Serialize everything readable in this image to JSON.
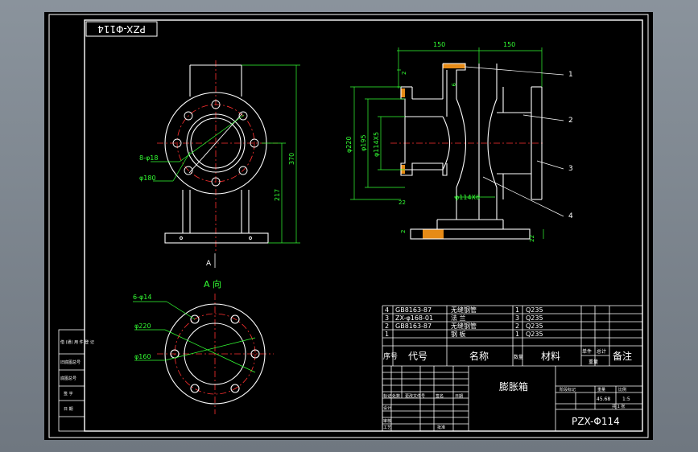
{
  "drawing": {
    "title_tag": "PZX-Φ114",
    "drawing_no": "PZX-Φ114",
    "name": "膨胀箱",
    "view_label": "A 向",
    "section_mark": "A",
    "colors": {
      "background": "#000000",
      "outline": "#ffffff",
      "dimension": "#33ff33",
      "centerline": "#ff3030",
      "leader": "#ffffff",
      "hatch": "#ff9a1a",
      "frame_bg": "#79818a"
    }
  },
  "front_view": {
    "dims": {
      "bolts": "8-φ18",
      "pcd": "φ180",
      "height": "370",
      "lower": "217"
    }
  },
  "section_view": {
    "dims": {
      "w_left": "150",
      "w_right": "150",
      "d_outer": "φ220",
      "d_mid": "φ195",
      "d_pipe": "φ114X5",
      "d_main": "φ114X6",
      "t_top": "9",
      "t_left": "2",
      "t_flange": "22",
      "t_bottom": "2",
      "t_base": "22"
    },
    "balloons": [
      "1",
      "2",
      "3",
      "4"
    ]
  },
  "a_view": {
    "dims": {
      "bolts": "6-φ14",
      "d_outer": "φ220",
      "pcd": "φ160"
    }
  },
  "bom": {
    "rows": [
      {
        "no": "4",
        "code": "GB8163-87",
        "name": "无缝钢管",
        "qty": "1",
        "mat": "Q235"
      },
      {
        "no": "3",
        "code": "ZX-φ168-01",
        "name": "法 兰",
        "qty": "3",
        "mat": "Q235"
      },
      {
        "no": "2",
        "code": "GB8163-87",
        "name": "无缝钢管",
        "qty": "2",
        "mat": "Q235"
      },
      {
        "no": "1",
        "code": "",
        "name": "钢 板",
        "qty": "1",
        "mat": "Q235"
      }
    ],
    "header": {
      "no": "序号",
      "code": "代号",
      "name": "名称",
      "qty": "数量",
      "mat": "材料",
      "unit_w": "单件",
      "total_w": "总计",
      "weight": "重量",
      "remark": "备注"
    }
  },
  "title_block": {
    "scale": "1:5",
    "mass": "45.68",
    "sheet": "共 1 张",
    "labels": [
      "标记",
      "处数",
      "更改文件号",
      "签名",
      "日期",
      "设计",
      "审核",
      "工艺",
      "批准"
    ],
    "stage_label": "阶段标记",
    "weight_label": "重量",
    "scale_label": "比例"
  },
  "left_strip": {
    "items": [
      "借 (通) 用 件 登 记",
      "旧底图总号",
      "底图总号",
      "签 字",
      "日 期"
    ]
  }
}
